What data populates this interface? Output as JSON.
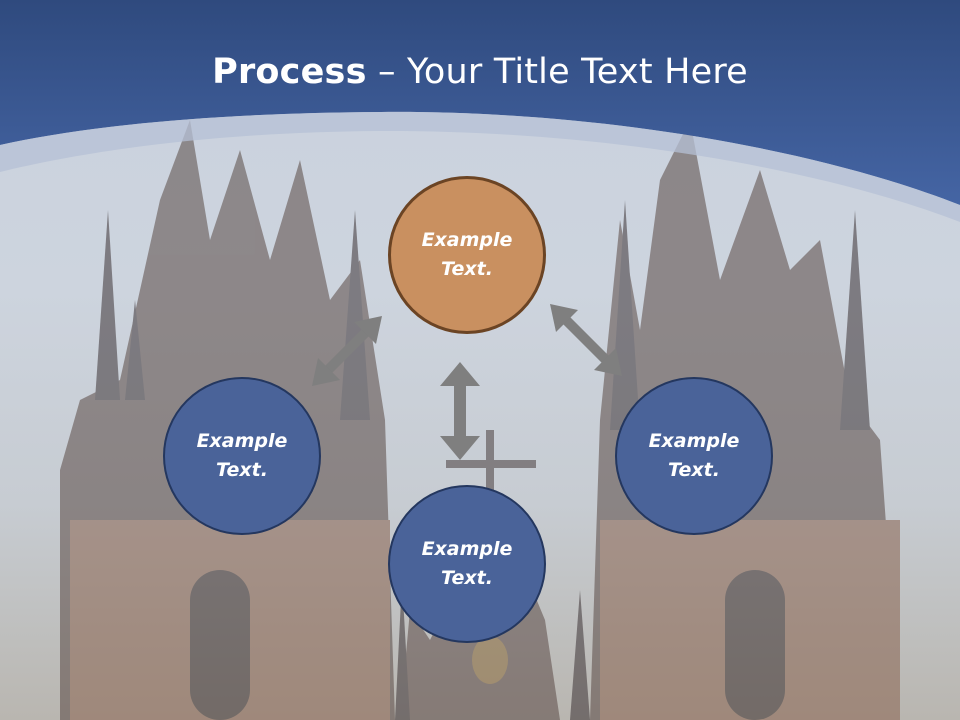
{
  "header": {
    "title_bold": "Process",
    "title_rest": " – Your Title Text Here"
  },
  "nodes": [
    {
      "line1": "Example",
      "line2": "Text."
    },
    {
      "line1": "Example",
      "line2": "Text."
    },
    {
      "line1": "Example",
      "line2": "Text."
    },
    {
      "line1": "Example",
      "line2": "Text."
    }
  ],
  "colors": {
    "header_blue": "#3f5f9c",
    "center_node": "#c99060",
    "side_nodes": "#4a6399",
    "arrows": "#7f7f7f"
  }
}
